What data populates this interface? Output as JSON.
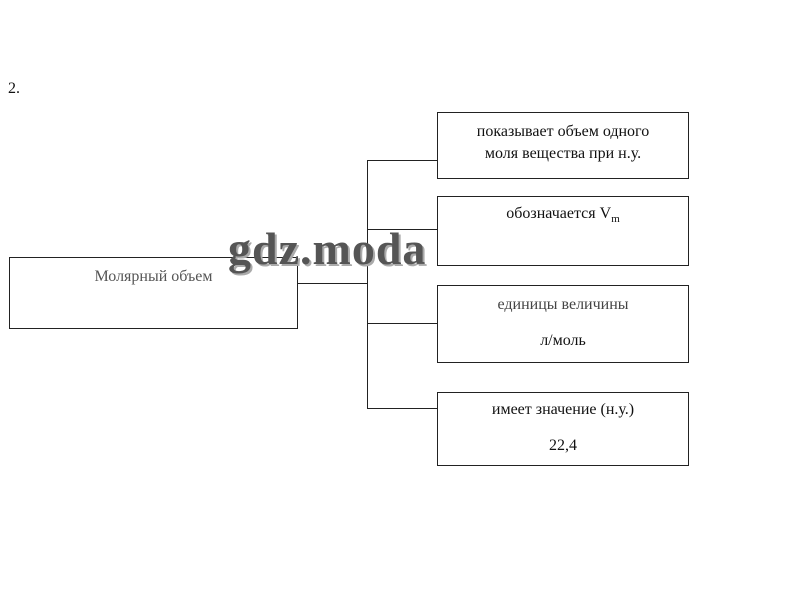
{
  "task_number": "2.",
  "center": {
    "label": "Молярный объем"
  },
  "items": [
    {
      "line1": "показывает объем одного",
      "line2": "моля вещества при н.у."
    },
    {
      "line1": "обозначается V",
      "sub": "m"
    },
    {
      "line1": "единицы величины",
      "line2": "л/моль"
    },
    {
      "line1": "имеет значение (н.у.)",
      "line2": "22,4"
    }
  ],
  "watermark": "gdz.moda"
}
